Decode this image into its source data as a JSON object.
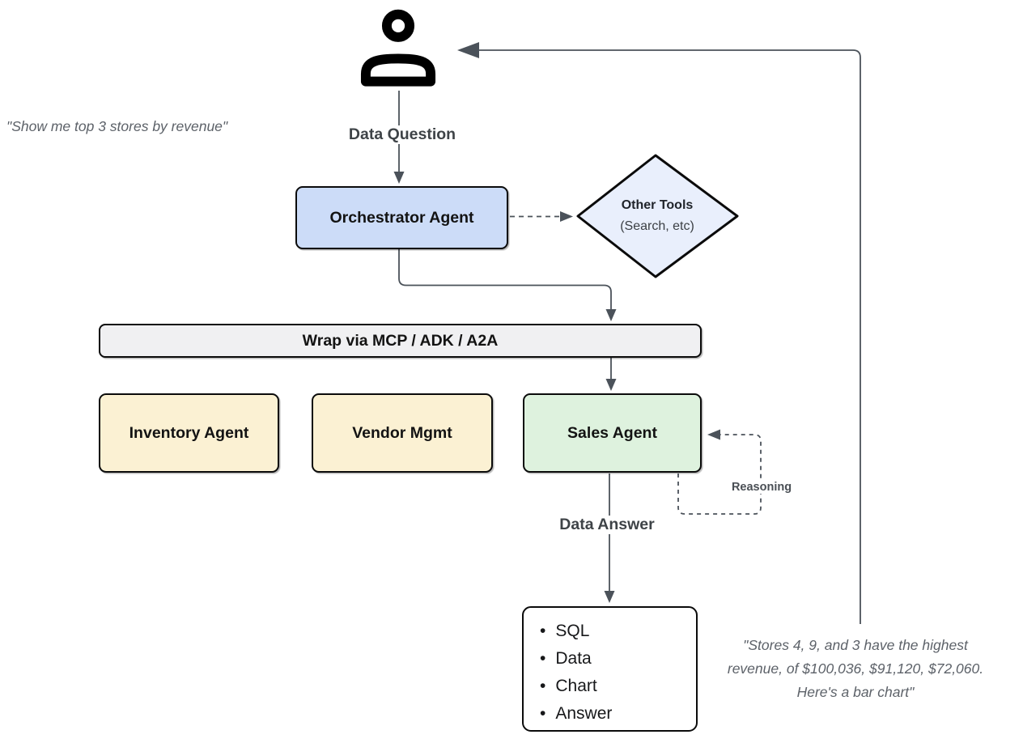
{
  "colors": {
    "orchestrator_fill": "#ccdcf8",
    "other_tools_fill": "#e9effc",
    "wrap_fill": "#f0f0f2",
    "inventory_fill": "#fbf1d3",
    "vendor_fill": "#fbf1d3",
    "sales_fill": "#def2de",
    "output_fill": "#ffffff",
    "edge_stroke": "#4b525a",
    "node_border": "#0b0b0b"
  },
  "user": {
    "question_quote": "\"Show me top 3 stores by revenue\""
  },
  "edge_labels": {
    "data_question": "Data Question",
    "data_answer": "Data Answer",
    "reasoning": "Reasoning"
  },
  "nodes": {
    "orchestrator": {
      "label": "Orchestrator Agent"
    },
    "other_tools": {
      "title": "Other Tools",
      "subtitle": "(Search, etc)"
    },
    "wrap": {
      "label": "Wrap via MCP / ADK / A2A"
    },
    "inventory": {
      "label": "Inventory Agent"
    },
    "vendor": {
      "label": "Vendor Mgmt"
    },
    "sales": {
      "label": "Sales Agent"
    },
    "output": {
      "items": [
        "SQL",
        "Data",
        "Chart",
        "Answer"
      ]
    }
  },
  "answer_quote": {
    "lines": [
      "\"Stores 4, 9, and 3 have the highest",
      "revenue, of $100,036, $91,120, $72,060.",
      "Here's a bar chart\""
    ]
  }
}
